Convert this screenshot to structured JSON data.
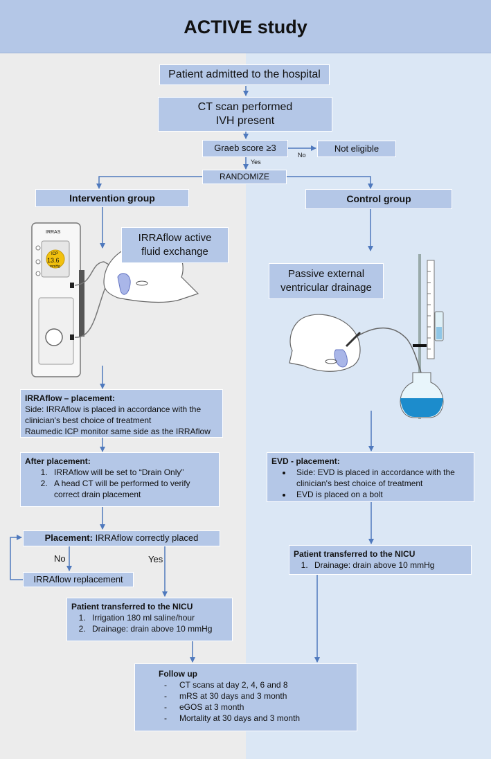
{
  "title": "ACTIVE study",
  "boxes": {
    "admitted": "Patient admitted to the hospital",
    "ct_line1": "CT scan performed",
    "ct_line2": "IVH present",
    "graeb_prefix": "Graeb score ",
    "graeb_ge": "≥",
    "graeb_value": "3",
    "not_eligible": "Not eligible",
    "randomize": "RANDOMIZE",
    "intervention": "Intervention group",
    "control": "Control group",
    "irraflow_line1": "IRRAflow active",
    "irraflow_line2": "fluid exchange",
    "passive_line1": "Passive external",
    "passive_line2": "ventricular drainage"
  },
  "labels": {
    "yes_small": "Yes",
    "no_small": "No",
    "no": "No",
    "yes": "Yes"
  },
  "device": {
    "brand": "IRRAS",
    "screen_label": "ICP",
    "screen_value": "13.6",
    "screen_unit": "mmHg"
  },
  "irraflow_placement": {
    "title": "IRRAflow – placement:",
    "side_line1": "Side: IRRAflow is placed in accordance with the",
    "side_line2": "clinician's best choice of treatment",
    "monitor": "Raumedic ICP monitor same side as the IRRAflow"
  },
  "after_placement": {
    "title": "After placement:",
    "items": [
      "IRRAflow will be set to “Drain Only”",
      "A head CT will be performed to verify correct drain placement"
    ]
  },
  "placement_check": {
    "bold": "Placement:",
    "rest": " IRRAflow correctly placed"
  },
  "replacement": "IRRAflow replacement",
  "nicu_left": {
    "title": "Patient transferred to the NICU",
    "items": [
      "Irrigation 180 ml saline/hour",
      "Drainage: drain above 10 mmHg"
    ]
  },
  "evd_placement": {
    "title": "EVD - placement:",
    "items": [
      "Side: EVD is placed in accordance with the clinician's best choice of treatment",
      "EVD is placed on a bolt"
    ]
  },
  "nicu_right": {
    "title": "Patient transferred to the NICU",
    "items": [
      "Drainage: drain above 10 mmHg"
    ]
  },
  "follow_up": {
    "title": "Follow up",
    "items": [
      "CT scans at day 2, 4, 6 and 8",
      "mRS at 30 days and 3 month",
      "eGOS at 3 month",
      "Mortality at 30 days and 3 month"
    ]
  },
  "colors": {
    "box_fill": "#b4c7e7",
    "left_panel": "#ececec",
    "right_panel": "#dbe7f5",
    "arrow": "#4f79bd"
  }
}
